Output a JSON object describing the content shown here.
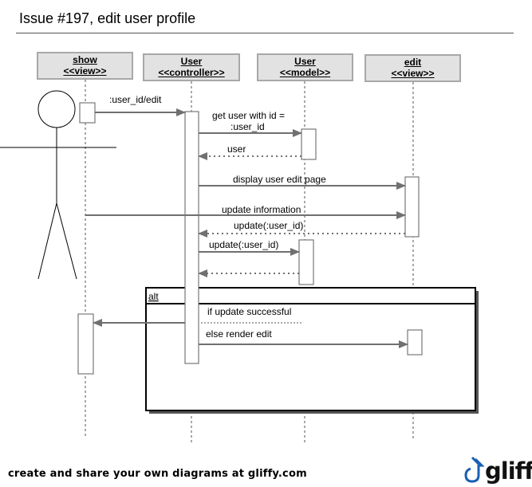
{
  "title": "Issue #197, edit user profile",
  "lifelines": [
    {
      "id": "show",
      "name": "show",
      "stereotype": "<<view>>"
    },
    {
      "id": "controller",
      "name": "User",
      "stereotype": "<<controller>>"
    },
    {
      "id": "model",
      "name": "User",
      "stereotype": "<<model>>"
    },
    {
      "id": "edit",
      "name": "edit",
      "stereotype": "<<view>>"
    }
  ],
  "messages": [
    {
      "label": ":user_id/edit",
      "from": "show",
      "to": "controller",
      "style": "solid"
    },
    {
      "label": "get user with id =",
      "label2": ":user_id",
      "from": "controller",
      "to": "model",
      "style": "solid"
    },
    {
      "label": "user",
      "from": "model",
      "to": "controller",
      "style": "dashed"
    },
    {
      "label": "display user edit page",
      "from": "controller",
      "to": "edit",
      "style": "solid"
    },
    {
      "label": "update information",
      "from": "show",
      "to": "edit",
      "style": "solid"
    },
    {
      "label": "update(:user_id)",
      "from": "edit",
      "to": "controller",
      "style": "dashed"
    },
    {
      "label": "update(:user_id)",
      "from": "controller",
      "to": "model",
      "style": "solid"
    },
    {
      "label": "",
      "from": "model",
      "to": "controller",
      "style": "dashed"
    },
    {
      "label": "if update successful",
      "from": "controller",
      "to": "show",
      "style": "solid"
    },
    {
      "label": "else render edit",
      "from": "controller",
      "to": "edit",
      "style": "solid"
    }
  ],
  "fragment": {
    "operator": "alt"
  },
  "footer": "create and share your own diagrams at gliffy.com",
  "logo": "gliffy",
  "colors": {
    "box_fill": "#e2e2e2",
    "box_border": "#a8a8a8",
    "line": "#707070"
  }
}
